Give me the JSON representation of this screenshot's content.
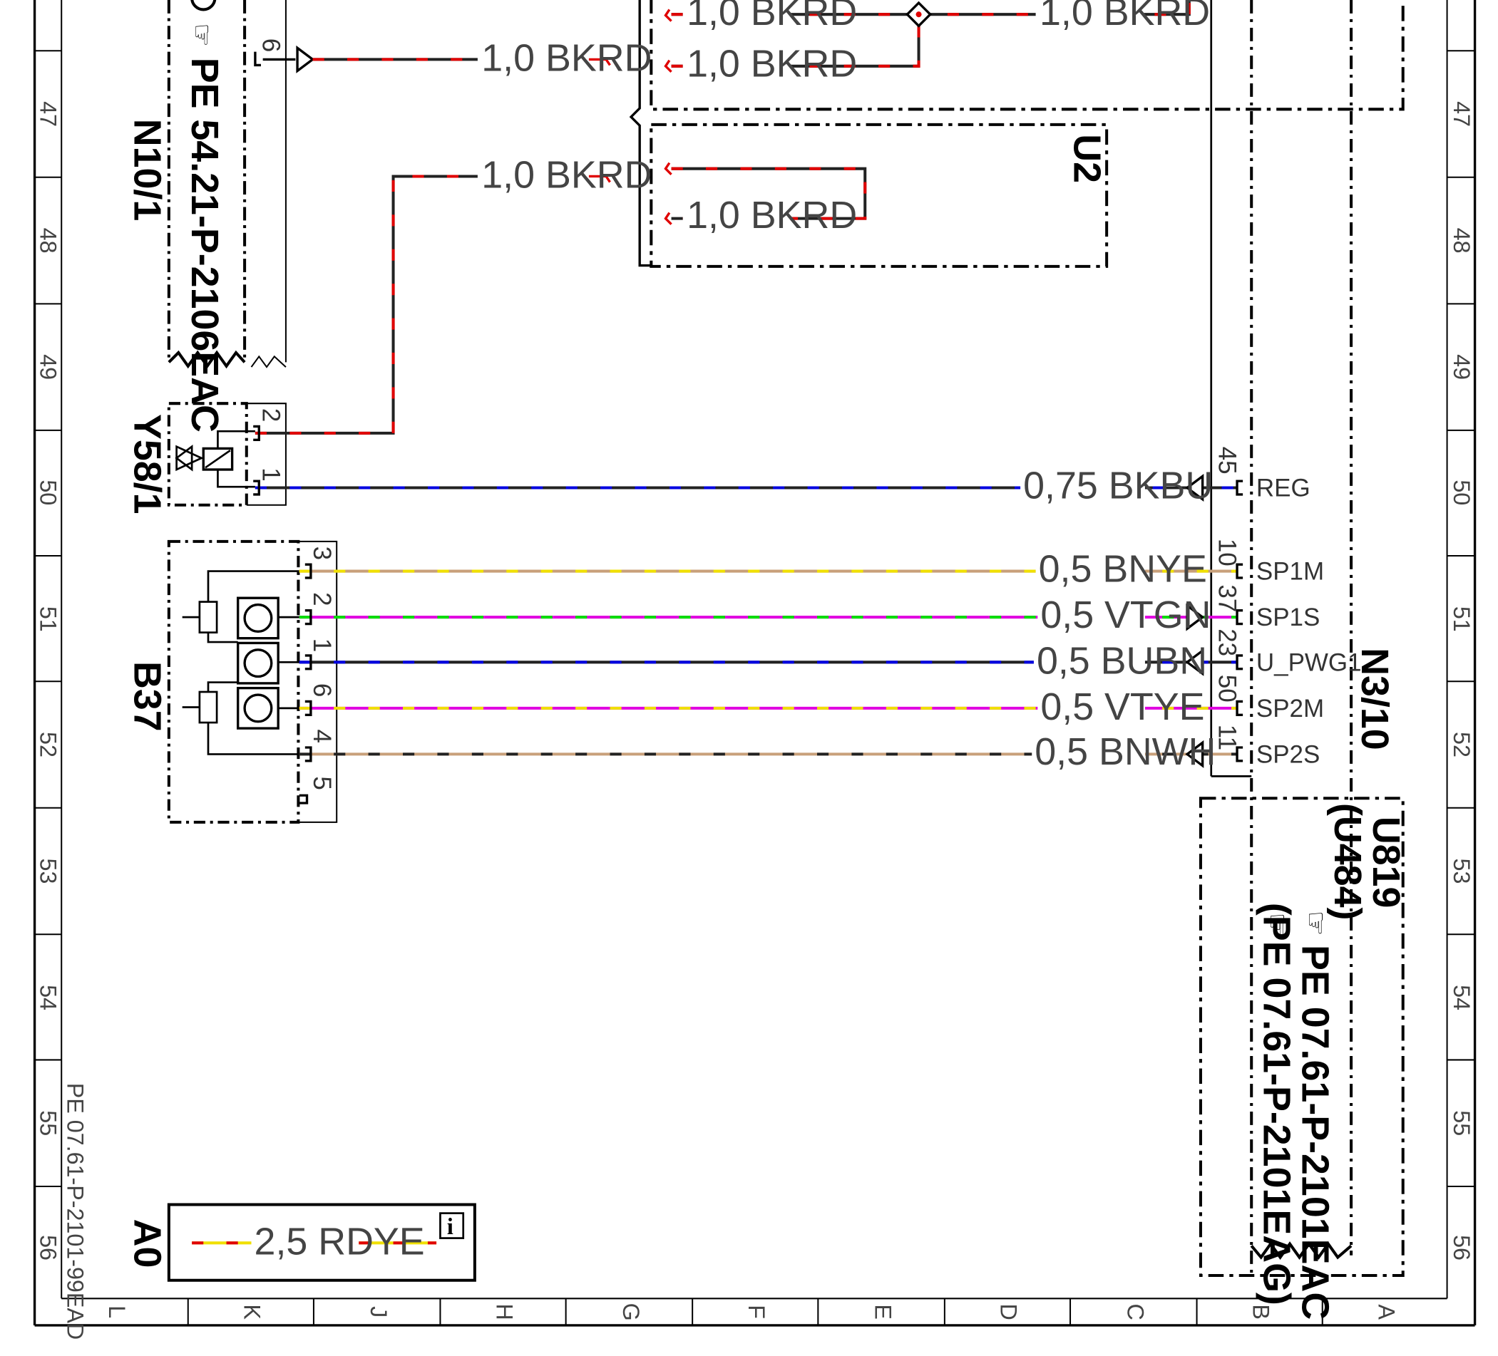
{
  "wire_labels": {
    "bkrd_a": "1,0 BKRD",
    "bkrd_b": "1,0 BKRD",
    "bkrd_c": "1,0 BKRD",
    "bkrd_n10": "1,0 BKRD",
    "bkrd_y58": "1,0 BKRD",
    "bkrd_u2": "1,0 BKRD",
    "bkbu": "0,75 BKBU",
    "bnye": "0,5 BNYE",
    "vtgn": "0,5 VTGN",
    "bubn": "0,5 BUBN",
    "vtye": "0,5 VTYE",
    "bnwh": "0,5 BNWH",
    "rdye": "2,5 RDYE"
  },
  "components": {
    "n10": "N10/1",
    "n10_ref": "PE 54.21-P-2106EAC",
    "u2": "U2",
    "y58": "Y58/1",
    "b37": "B37",
    "n3": "N3/10",
    "u819": "U819",
    "u484": "(U484)",
    "n3_ref1": "PE 07.61-P-2101EAC",
    "n3_ref2": "(PE 07.61-P-2101EAG)",
    "a0": "A0",
    "info": "i"
  },
  "pins": {
    "n10_6": "6",
    "y58_2": "2",
    "y58_1": "1",
    "b37_3": "3",
    "b37_2": "2",
    "b37_1": "1",
    "b37_6": "6",
    "b37_4": "4",
    "b37_5": "5",
    "n3_45": "45",
    "n3_10": "10",
    "n3_37": "37",
    "n3_23": "23",
    "n3_50": "50",
    "n3_11": "11"
  },
  "signals": {
    "reg": "REG",
    "sp1m": "SP1M",
    "sp1s": "SP1S",
    "upwg1": "U_PWG1",
    "sp2m": "SP2M",
    "sp2s": "SP2S"
  },
  "grid": {
    "rows": [
      "47",
      "48",
      "49",
      "50",
      "51",
      "52",
      "53",
      "54",
      "55",
      "56"
    ],
    "columns": [
      "L",
      "K",
      "J",
      "H",
      "G",
      "F",
      "E",
      "D",
      "C",
      "B",
      "A"
    ]
  },
  "document_id": "PE 07.61-P-2101-99EAD",
  "colors": {
    "bk": "#222222",
    "rd": "#e00000",
    "bu": "#0000e0",
    "bn": "#c8a07a",
    "ye": "#f0e000",
    "vt": "#e000e0",
    "gn": "#00e000",
    "wh": "#ffffff"
  }
}
